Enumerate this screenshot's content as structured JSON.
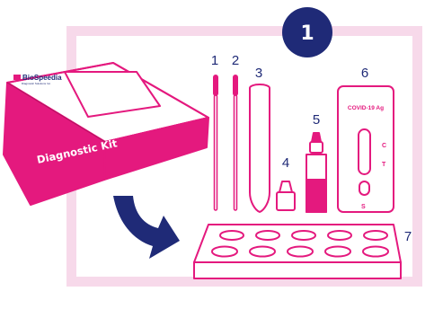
{
  "step": {
    "number": "1"
  },
  "kit_box": {
    "brand": "BioSpeedia",
    "tagline": "Diagnostic Solutions Inc.",
    "label": "Diagnostic Kit"
  },
  "items": [
    {
      "number": "1",
      "name": "swab"
    },
    {
      "number": "2",
      "name": "swab"
    },
    {
      "number": "3",
      "name": "extraction tube"
    },
    {
      "number": "4",
      "name": "dropper cap"
    },
    {
      "number": "5",
      "name": "buffer bottle"
    },
    {
      "number": "6",
      "name": "test cassette"
    },
    {
      "number": "7",
      "name": "tube rack"
    }
  ],
  "cassette": {
    "title": "COVID-19 Ag",
    "control_mark": "C",
    "test_mark": "T",
    "sample_mark": "S"
  },
  "colors": {
    "magenta": "#e4197e",
    "navy": "#1f2a77",
    "frame_pink": "#f7d9ea"
  }
}
